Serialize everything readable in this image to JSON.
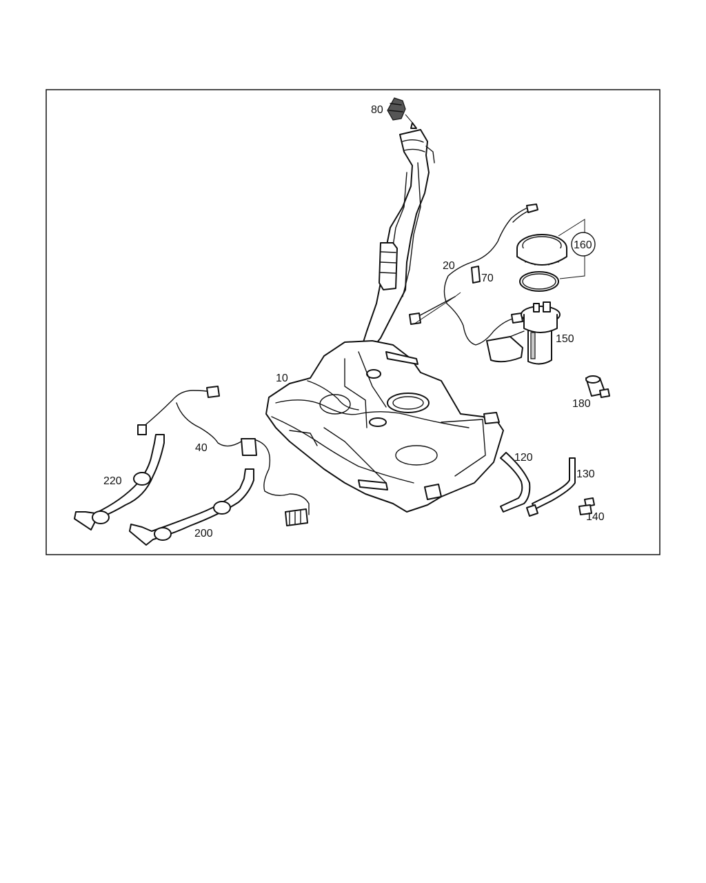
{
  "diagram": {
    "colors": {
      "line": "#111111",
      "background": "#ffffff",
      "shade": "#c9c9c9"
    },
    "callouts": {
      "p10": "10",
      "p20": "20",
      "p40": "40",
      "p70": "70",
      "p80": "80",
      "p120": "120",
      "p130": "130",
      "p140": "140",
      "p150": "150",
      "p160": "160",
      "p180": "180",
      "p200": "200",
      "p220": "220"
    }
  }
}
